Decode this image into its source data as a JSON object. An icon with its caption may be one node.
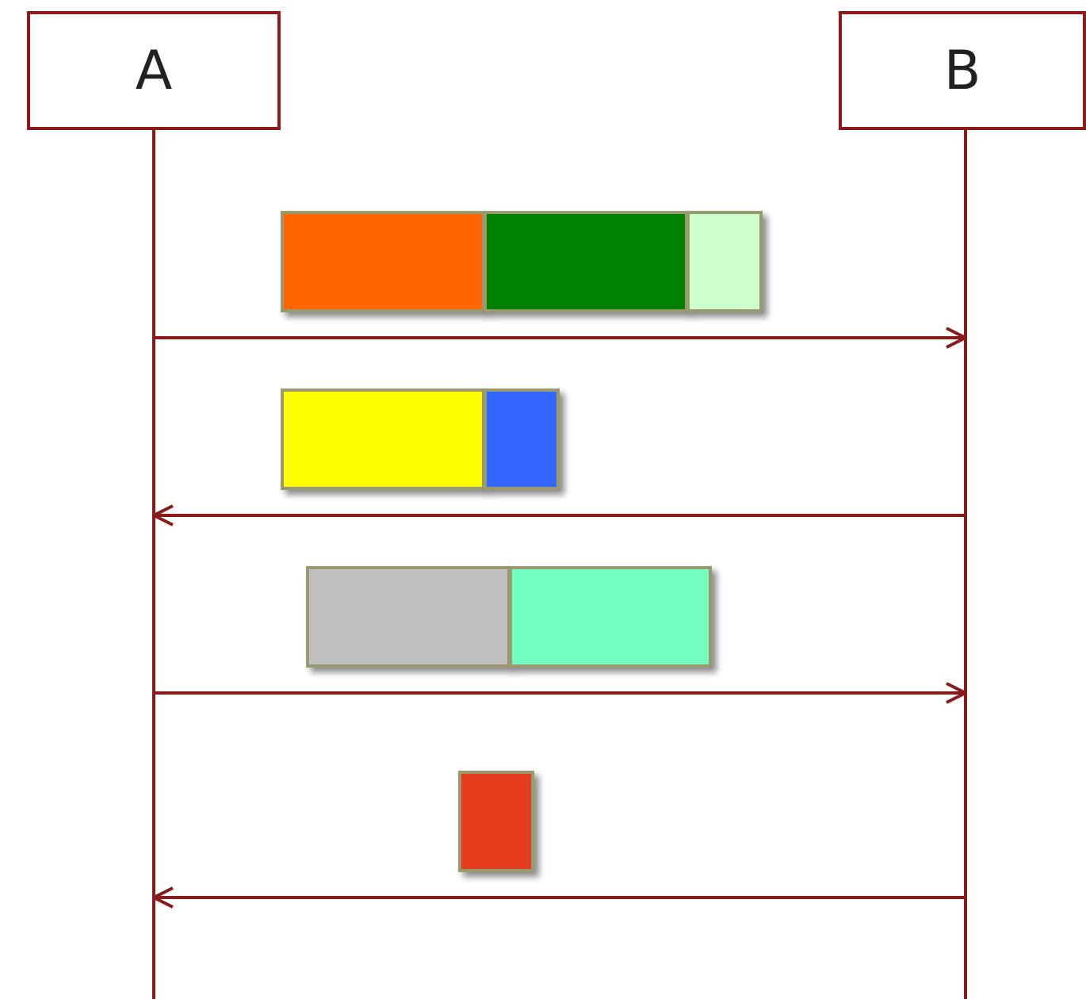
{
  "diagram": {
    "nodes": [
      {
        "text": [
          "A"
        ]
      },
      {
        "text": [
          "B"
        ]
      },
      {
        "text": [],
        "shape": "box"
      },
      {
        "text": [],
        "shape": "box"
      },
      {
        "text": [],
        "shape": "box"
      },
      {
        "text": [],
        "shape": "box"
      },
      {
        "text": [],
        "shape": "box"
      },
      {
        "text": [],
        "shape": "box"
      },
      {
        "text": [],
        "shape": "box"
      },
      {
        "text": [],
        "shape": "box"
      }
    ],
    "edges": [
      {
        "from": 0,
        "to": 1,
        "arrow": "to"
      },
      {
        "from": 1,
        "to": 0,
        "arrow": "to"
      },
      {
        "from": 0,
        "to": 1,
        "arrow": "to"
      },
      {
        "from": 1,
        "to": 0,
        "arrow": "to"
      }
    ]
  }
}
